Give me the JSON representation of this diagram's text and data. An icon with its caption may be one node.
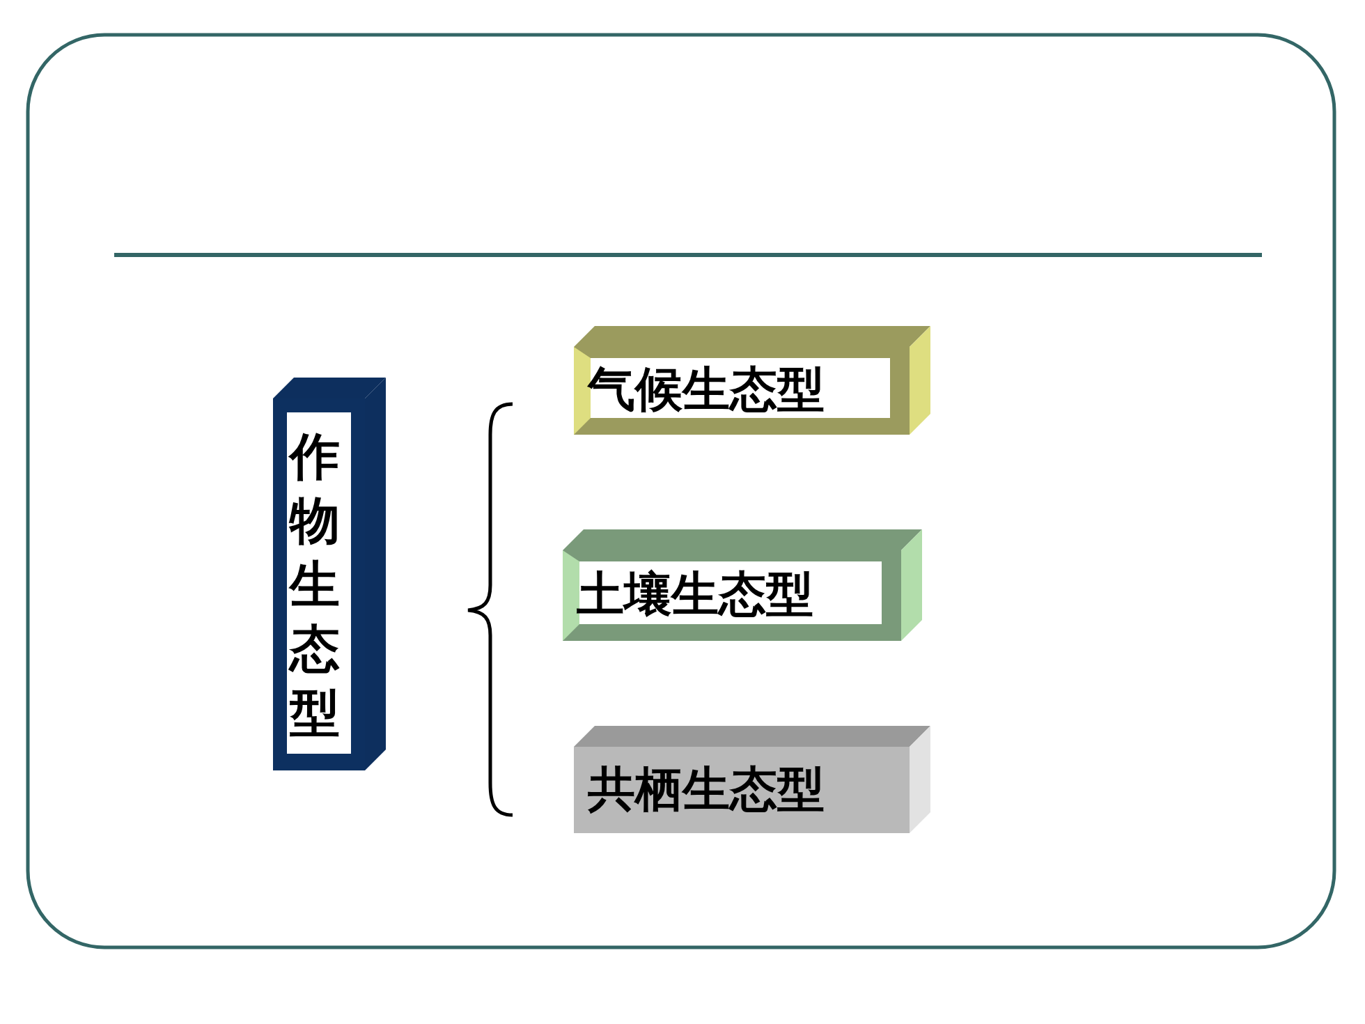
{
  "diagram": {
    "nodes": [
      {
        "text": [
          "作物生态型"
        ]
      },
      {
        "text": [
          "气候生态型"
        ]
      },
      {
        "text": [
          "土壤生态型"
        ]
      },
      {
        "text": [
          "共栖生态型"
        ]
      }
    ]
  }
}
